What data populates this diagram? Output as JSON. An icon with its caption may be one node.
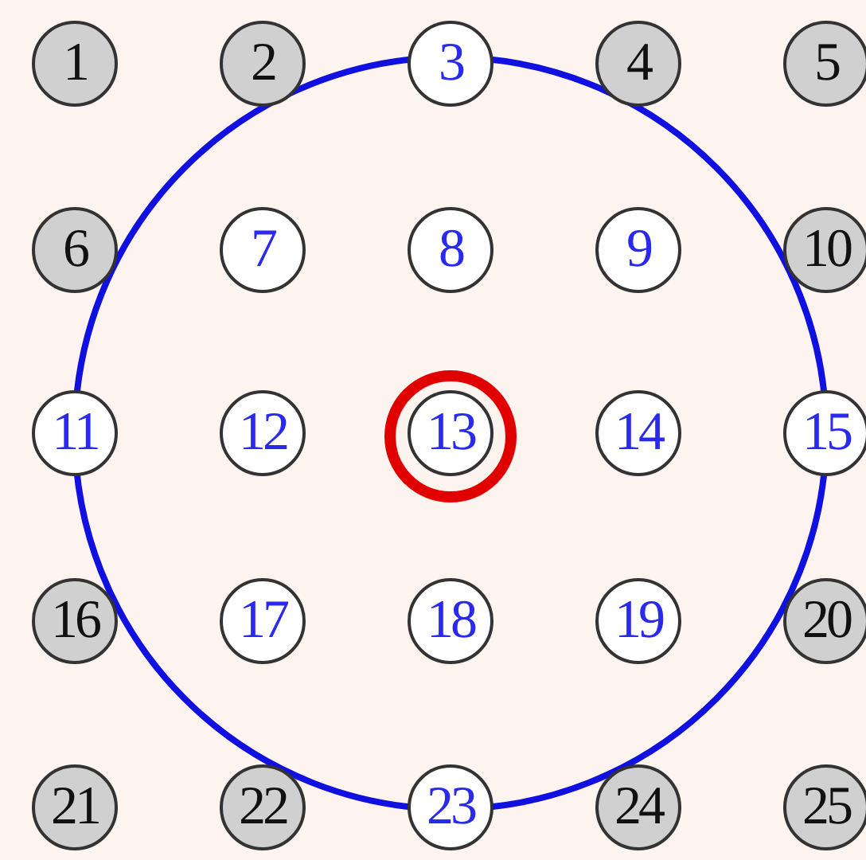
{
  "diagram": {
    "nodes": [
      {
        "text": [
          "1"
        ]
      },
      {
        "text": [
          "2"
        ]
      },
      {
        "text": [
          "3"
        ]
      },
      {
        "text": [
          "4"
        ]
      },
      {
        "text": [
          "5"
        ]
      },
      {
        "text": [
          "6"
        ]
      },
      {
        "text": [
          "7"
        ]
      },
      {
        "text": [
          "8"
        ]
      },
      {
        "text": [
          "9"
        ]
      },
      {
        "text": [
          "10"
        ]
      },
      {
        "text": [
          "11"
        ]
      },
      {
        "text": [
          "12"
        ]
      },
      {
        "text": [
          "13"
        ]
      },
      {
        "text": [
          "14"
        ]
      },
      {
        "text": [
          "15"
        ]
      },
      {
        "text": [
          "16"
        ]
      },
      {
        "text": [
          "17"
        ]
      },
      {
        "text": [
          "18"
        ]
      },
      {
        "text": [
          "19"
        ]
      },
      {
        "text": [
          "20"
        ]
      },
      {
        "text": [
          "21"
        ]
      },
      {
        "text": [
          "22"
        ]
      },
      {
        "text": [
          "23"
        ]
      },
      {
        "text": [
          "24"
        ]
      },
      {
        "text": [
          "25"
        ]
      }
    ],
    "edges": []
  }
}
